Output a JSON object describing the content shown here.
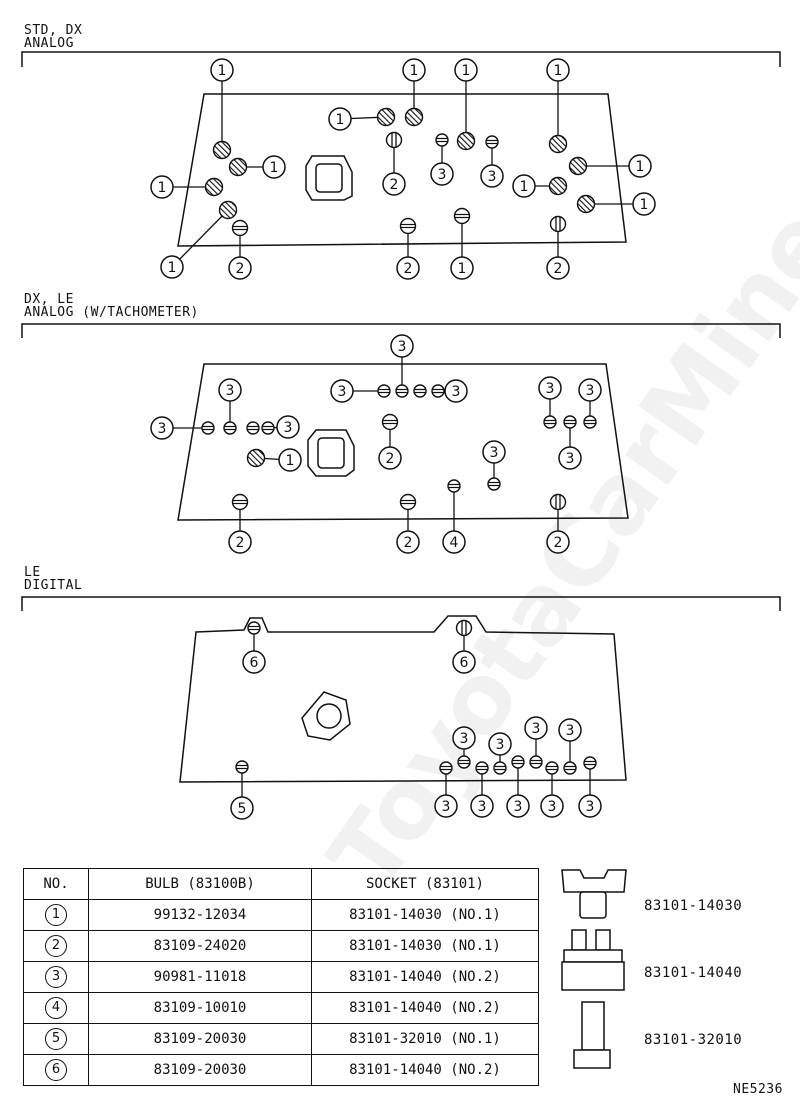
{
  "sections": [
    {
      "line1": "STD, DX",
      "line2": "ANALOG"
    },
    {
      "line1": "DX, LE",
      "line2": "ANALOG  (W/TACHOMETER)"
    },
    {
      "line1": "LE",
      "line2": "DIGITAL"
    }
  ],
  "table": {
    "headers": {
      "no": "NO.",
      "bulb": "BULB (83100B)",
      "socket": "SOCKET (83101)"
    },
    "rows": [
      {
        "no": "1",
        "bulb": "99132-12034",
        "socket": "83101-14030 (NO.1)"
      },
      {
        "no": "2",
        "bulb": "83109-24020",
        "socket": "83101-14030 (NO.1)"
      },
      {
        "no": "3",
        "bulb": "90981-11018",
        "socket": "83101-14040 (NO.2)"
      },
      {
        "no": "4",
        "bulb": "83109-10010",
        "socket": "83101-14040 (NO.2)"
      },
      {
        "no": "5",
        "bulb": "83109-20030",
        "socket": "83101-32010 (NO.1)"
      },
      {
        "no": "6",
        "bulb": "83109-20030",
        "socket": "83101-14040 (NO.2)"
      }
    ]
  },
  "socket_parts": [
    "83101-14030",
    "83101-14040",
    "83101-32010"
  ],
  "figure_code": "NE5236",
  "watermark": "ToyotaCarMine.ru"
}
